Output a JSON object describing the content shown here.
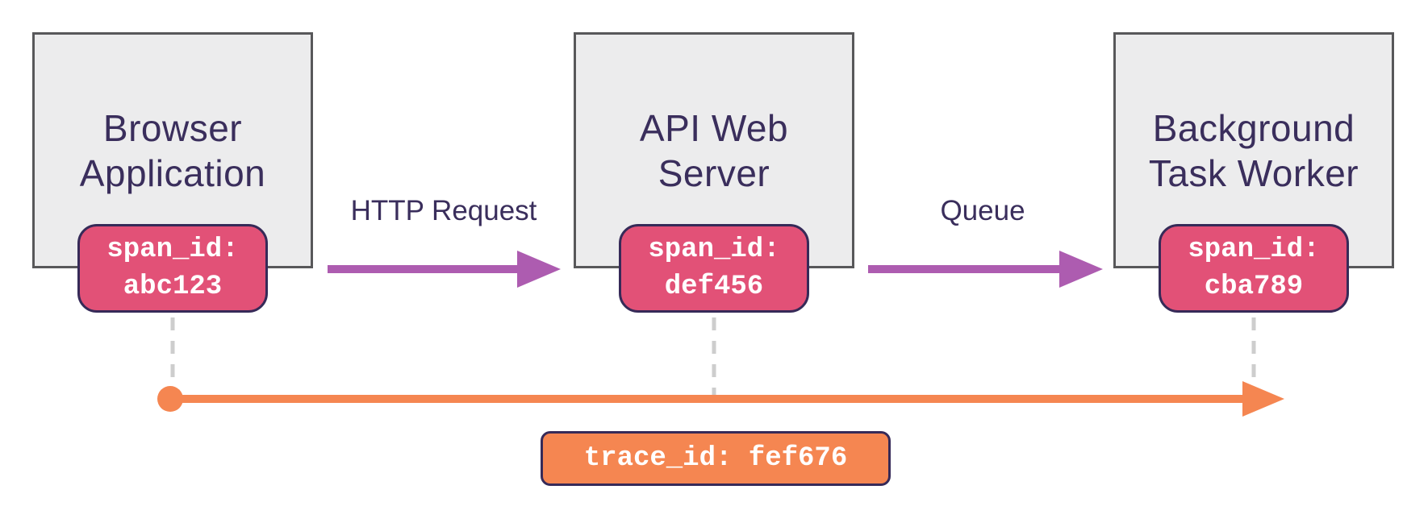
{
  "palette": {
    "background": "#ffffff",
    "box_fill": "#ececed",
    "box_border": "#58585a",
    "title_text": "#3a2e5c",
    "span_badge_fill": "#e25177",
    "badge_border": "#362a58",
    "badge_text": "#ffffff",
    "arrow_purple": "#ad5cb0",
    "timeline_orange": "#f58651",
    "dashed_connector_gray": "#cdcdcd"
  },
  "nodes": [
    {
      "label": "Browser Application",
      "span_badge": "span_id: abc123"
    },
    {
      "label": "API Web Server",
      "span_badge": "span_id: def456"
    },
    {
      "label": "Background Task Worker",
      "span_badge": "span_id: cba789"
    }
  ],
  "edges": [
    {
      "label": "HTTP Request"
    },
    {
      "label": "Queue"
    }
  ],
  "timeline": {
    "trace_badge": "trace_id: fef676"
  }
}
